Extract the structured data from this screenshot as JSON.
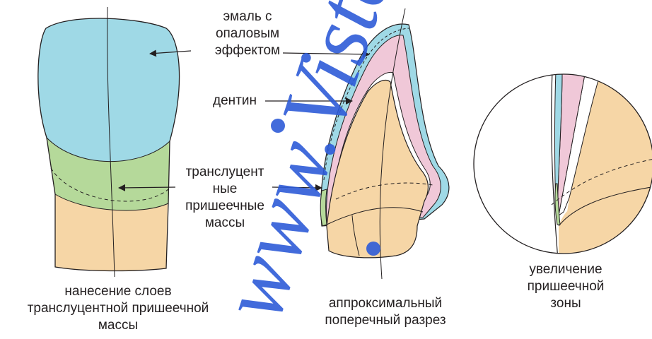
{
  "labels": {
    "enamel": [
      "эмаль с",
      "опаловым",
      "эффектом"
    ],
    "dentin": "дентин",
    "translucent": [
      "транслуцент",
      "ные",
      "пришеечные",
      "массы"
    ],
    "caption_left": [
      "нанесение слоев",
      "транслуцентной пришеечной",
      "массы"
    ],
    "caption_middle": [
      "аппроксимальный",
      "поперечный разрез"
    ],
    "caption_right": [
      "увеличение",
      "пришеечной",
      "зоны"
    ]
  },
  "colors": {
    "enamel": "#9fd9e6",
    "translucent": "#b5d99a",
    "dentin_core": "#f6d6a6",
    "dentin_layer": "#f0c8d8",
    "outline": "#231f20",
    "watermark": "#2e5bd8"
  },
  "watermark": {
    "text": "www.Vista"
  }
}
